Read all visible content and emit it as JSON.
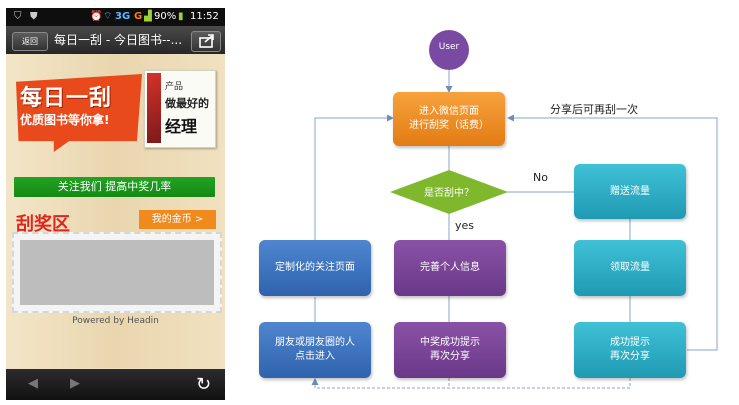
{
  "status_bar": {
    "network": "3G",
    "network2": "G",
    "battery": "90%",
    "time": "11:52"
  },
  "browser": {
    "back_label": "返回",
    "title": "每日一刮 - 今日图书--..."
  },
  "banner": {
    "title": "每日一刮",
    "subtitle": "优质图书等你拿!"
  },
  "book": {
    "line1": "产品",
    "line2": "做最好的",
    "line3": "经理"
  },
  "page": {
    "follow_button": "关注我们 提高中奖几率",
    "scratch_title": "刮奖区",
    "coin_button": "我的金币 >",
    "powered_by": "Powered by Headin"
  },
  "flow": {
    "user": "User",
    "enter": [
      "进入微信页面",
      "进行刮奖（话费）"
    ],
    "decision": "是否刮中？",
    "no_label": "No",
    "yes_label": "yes",
    "share_again": "分享后可再刮一次",
    "gift": "赠送流量",
    "complete_info": "完善个人信息",
    "receive": "领取流量",
    "custom_page": "定制化的关注页面",
    "friends": [
      "朋友或朋友圈的人",
      "点击进入"
    ],
    "win_prompt": [
      "中奖成功提示",
      "再次分享"
    ],
    "success_prompt": [
      "成功提示",
      "再次分享"
    ]
  },
  "colors": {
    "orange": "#ee8a22",
    "blue": "#3a73bd",
    "purple": "#7a46a0",
    "teal": "#2aafc7",
    "green": "#7bbf2a"
  }
}
